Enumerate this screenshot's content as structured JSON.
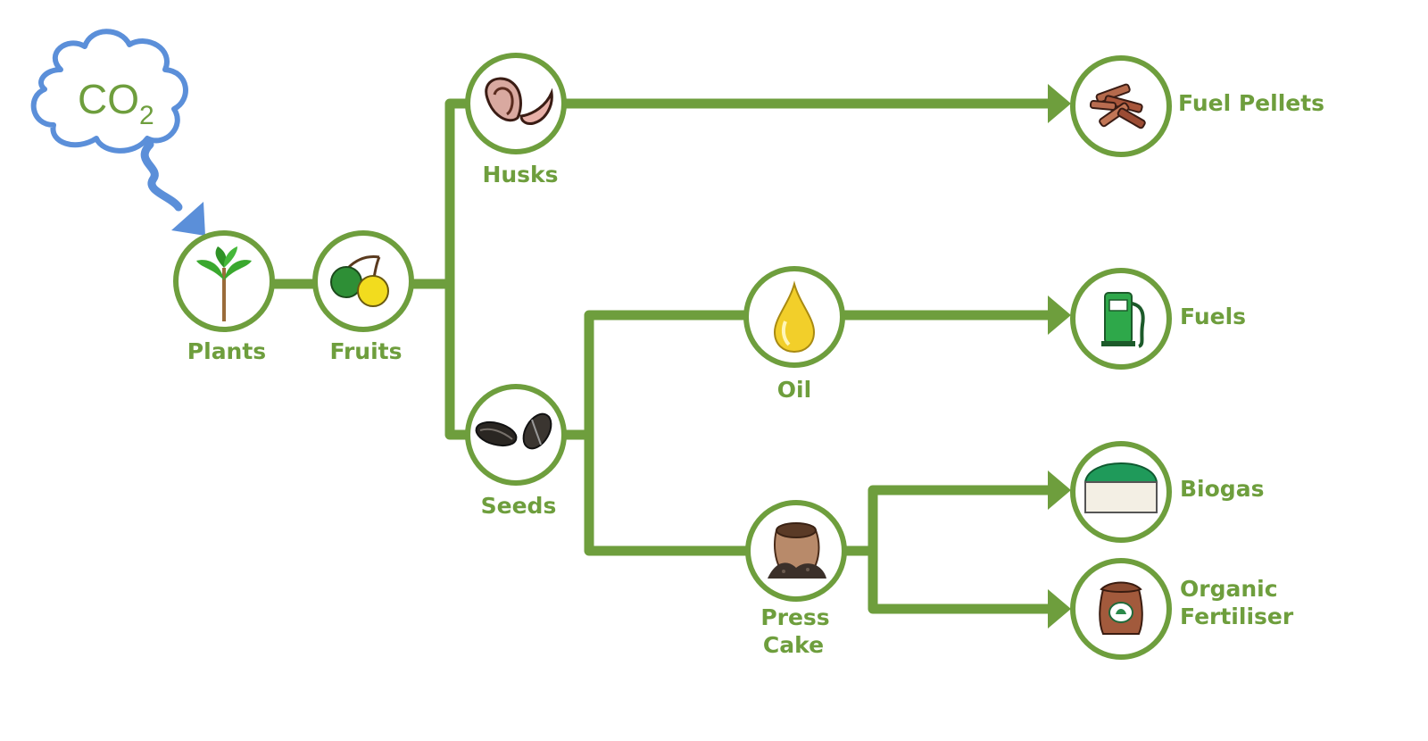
{
  "colors": {
    "flow": "#6e9e3d",
    "label": "#6e9e3d",
    "cloud": "#5b8fd9",
    "co2_text": "#6e9e3d"
  },
  "cloud": {
    "text": "CO",
    "subscript": "2"
  },
  "nodes": {
    "plants": {
      "label": "Plants",
      "icon": "sprout-icon"
    },
    "fruits": {
      "label": "Fruits",
      "icon": "fruits-icon"
    },
    "husks": {
      "label": "Husks",
      "icon": "husks-icon"
    },
    "seeds": {
      "label": "Seeds",
      "icon": "seeds-icon"
    },
    "oil": {
      "label": "Oil",
      "icon": "oil-drop-icon"
    },
    "press_cake": {
      "label_line1": "Press",
      "label_line2": "Cake",
      "icon": "press-cake-icon"
    },
    "fuel_pellets": {
      "label": "Fuel Pellets",
      "icon": "pellets-icon"
    },
    "fuels": {
      "label": "Fuels",
      "icon": "fuel-pump-icon"
    },
    "biogas": {
      "label": "Biogas",
      "icon": "biogas-tank-icon"
    },
    "organic_fertiliser": {
      "label_line1": "Organic",
      "label_line2": "Fertiliser",
      "icon": "fertiliser-sack-icon"
    }
  }
}
